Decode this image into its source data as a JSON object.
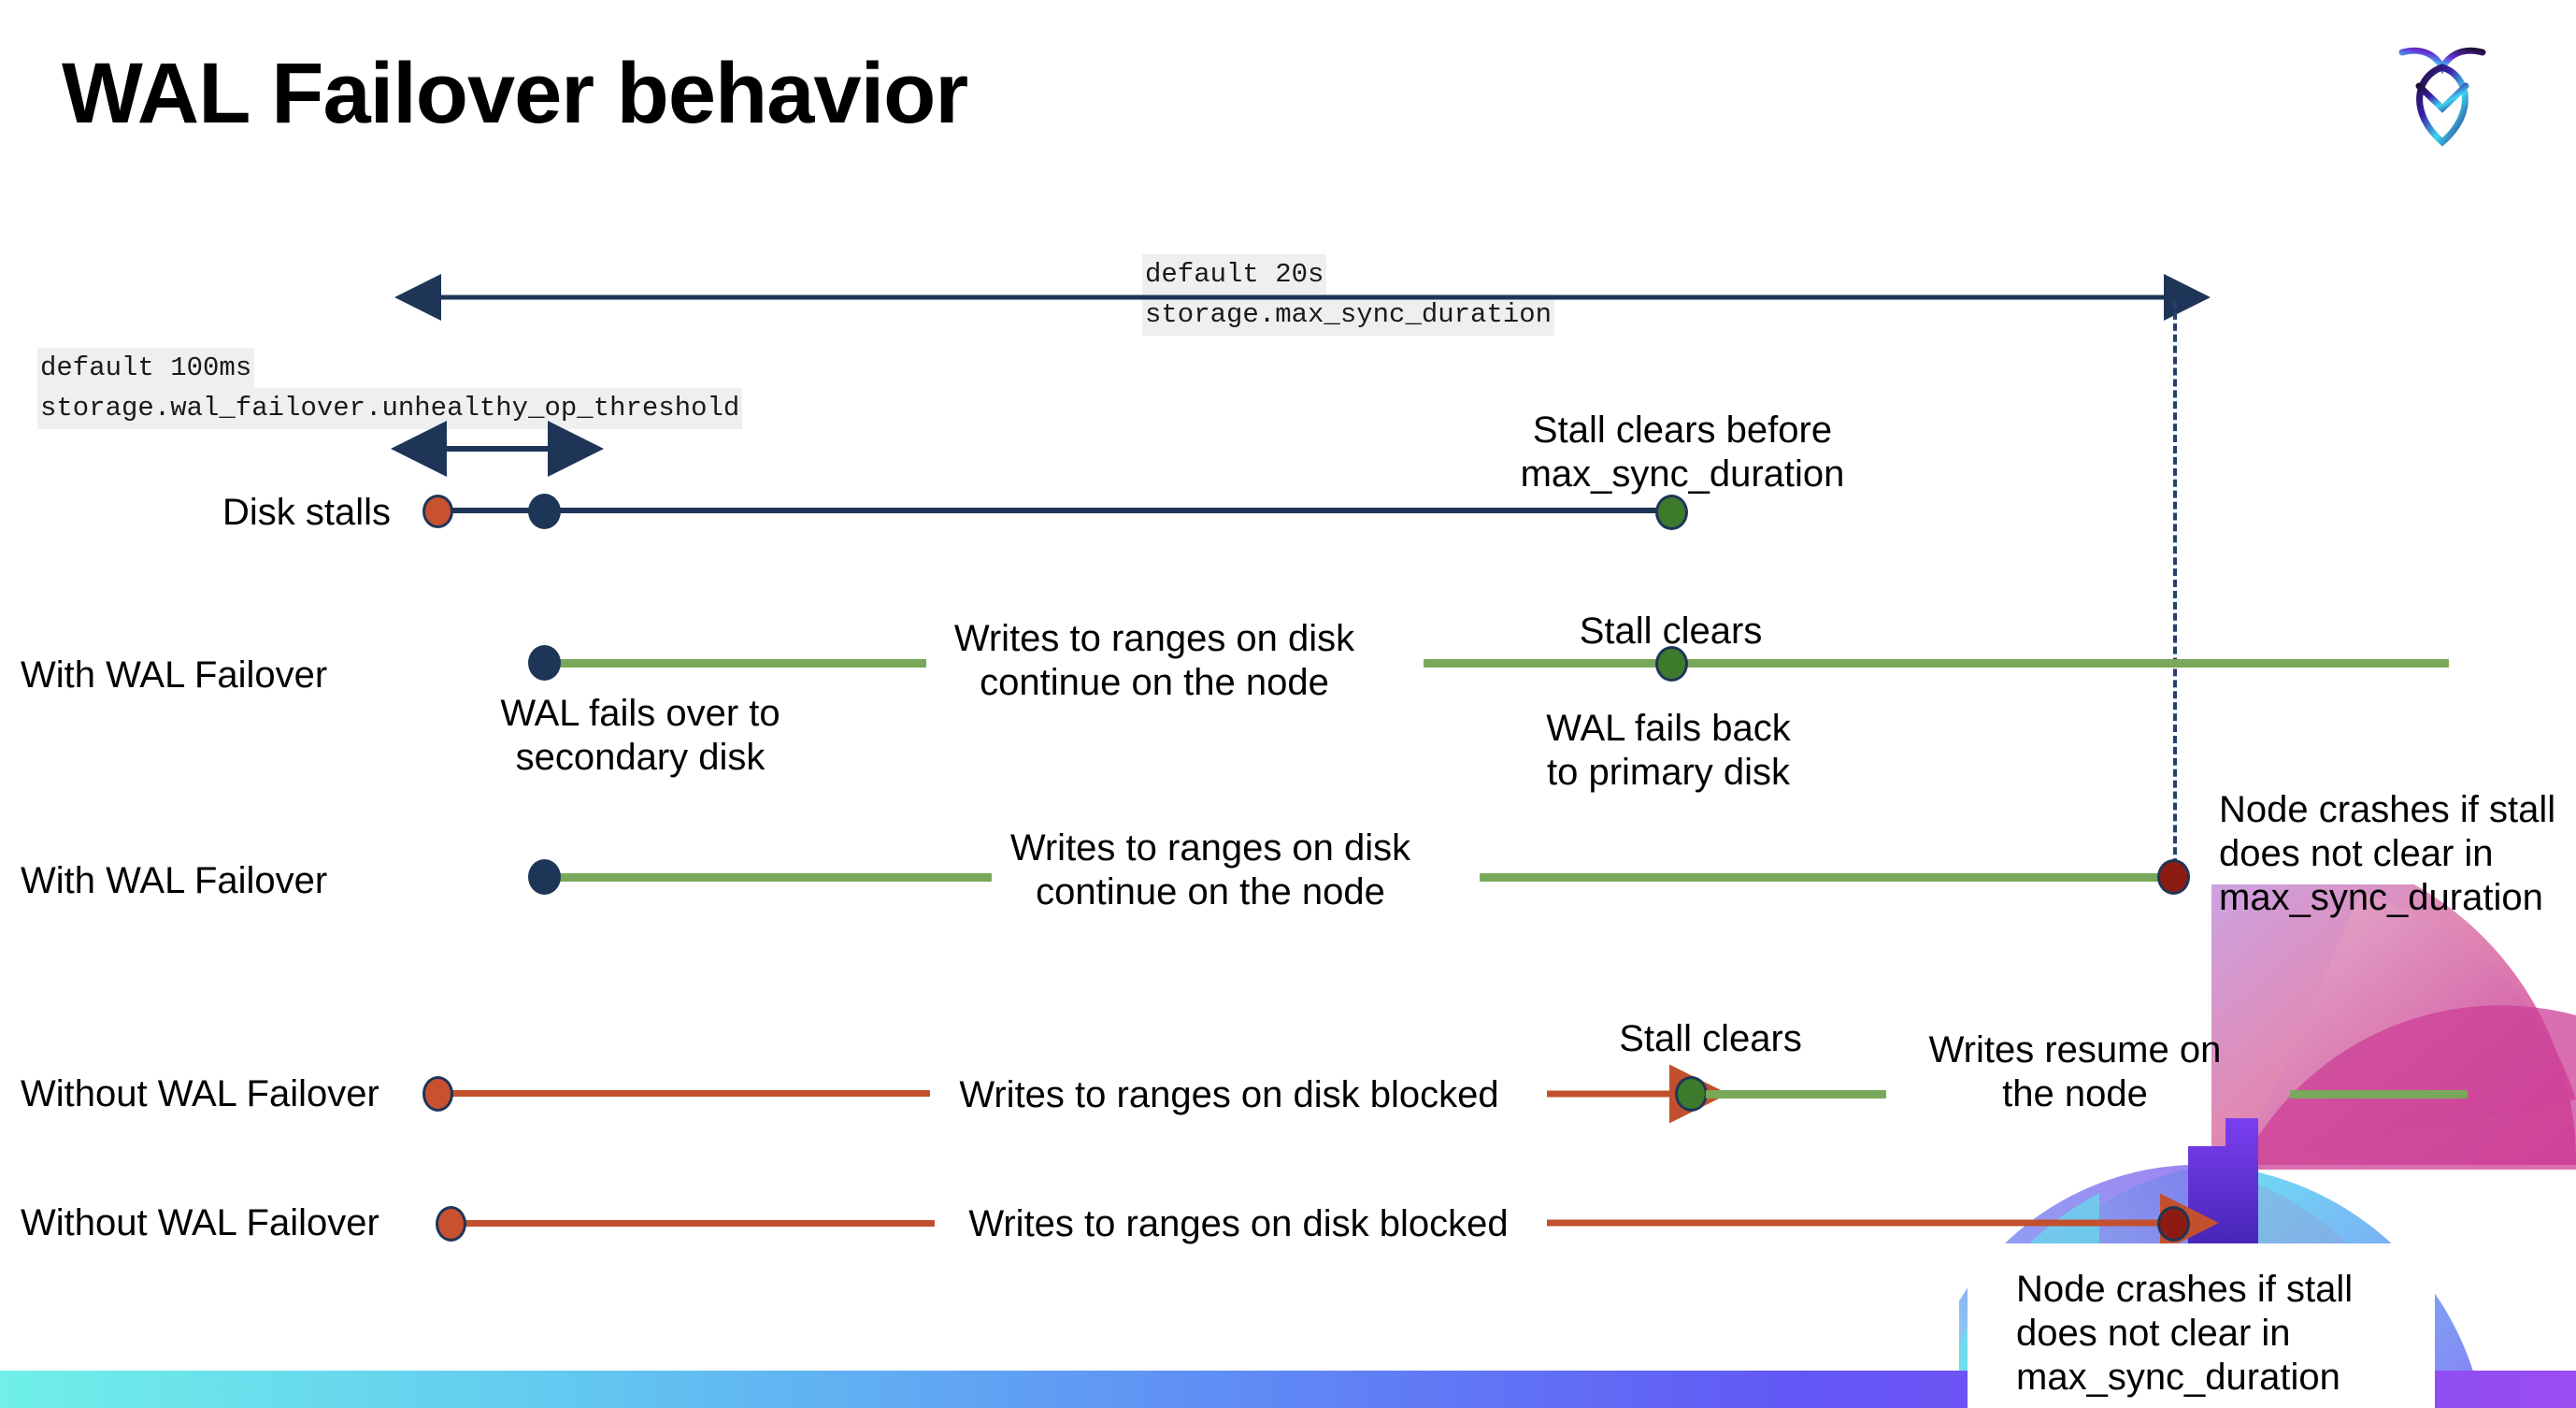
{
  "slide": {
    "title": "WAL Failover behavior",
    "logo_name": "cockroachdb-logo"
  },
  "params": {
    "max_sync": {
      "default_label": "default 20s",
      "setting_name": "storage.max_sync_duration"
    },
    "unhealthy_threshold": {
      "default_label": "default 100ms",
      "setting_name": "storage.wal_failover.unhealthy_op_threshold"
    }
  },
  "rows": [
    {
      "label": "Disk stalls",
      "notes": [
        "Stall clears before max_sync_duration"
      ]
    },
    {
      "label": "With WAL Failover",
      "notes": [
        "WAL fails over to secondary disk",
        "Writes to ranges on disk continue on the node",
        "Stall clears",
        "WAL fails  back to primary disk"
      ]
    },
    {
      "label": "With WAL Failover",
      "notes": [
        "Writes to ranges on disk continue on the node",
        "Node crashes if stall does not clear in max_sync_duration"
      ]
    },
    {
      "label": "Without WAL Failover",
      "notes": [
        "Writes to ranges on disk  blocked",
        "Stall clears",
        "Writes resume on the node"
      ]
    },
    {
      "label": "Without WAL Failover",
      "notes": [
        "Writes to ranges on disk  blocked",
        "Node crashes if stall does not clear in max_sync_duration"
      ]
    }
  ],
  "annotations": {
    "stall_clears_before_l1": "Stall clears before",
    "stall_clears_before_l2": "max_sync_duration",
    "wal_fails_over_l1": "WAL fails over to",
    "wal_fails_over_l2": "secondary disk",
    "writes_continue_a_l1": "Writes to ranges on disk",
    "writes_continue_a_l2": "continue on the node",
    "stall_clears_1": "Stall clears",
    "wal_fails_back_l1": "WAL fails  back",
    "wal_fails_back_l2": "to primary disk",
    "writes_continue_b_l1": "Writes to ranges on disk",
    "writes_continue_b_l2": "continue on the node",
    "node_crashes_right_l1": "Node crashes if stall",
    "node_crashes_right_l2": "does not clear in",
    "node_crashes_right_l3": "max_sync_duration",
    "writes_blocked_1": "Writes to ranges on disk  blocked",
    "stall_clears_2": "Stall clears",
    "writes_resume_l1": "Writes resume on",
    "writes_resume_l2": "the node",
    "writes_blocked_2": "Writes to ranges on disk  blocked",
    "node_crashes_box_l1": "Node crashes if stall",
    "node_crashes_box_l2": "does not clear in",
    "node_crashes_box_l3": "max_sync_duration"
  },
  "row_labels": {
    "disk_stalls": "Disk stalls",
    "with_failover_1": "With WAL Failover",
    "with_failover_2": "With WAL Failover",
    "without_failover_1": "Without WAL Failover",
    "without_failover_2": "Without WAL Failover"
  },
  "colors": {
    "navy": "#1f3558",
    "green": "#7aa85a",
    "red": "#c2502e",
    "dot_red": "#c8512f",
    "dot_navy": "#1d3557",
    "dot_green": "#3d7a2b",
    "dot_darkred": "#8c1c13",
    "chip_bg": "#efefef"
  }
}
